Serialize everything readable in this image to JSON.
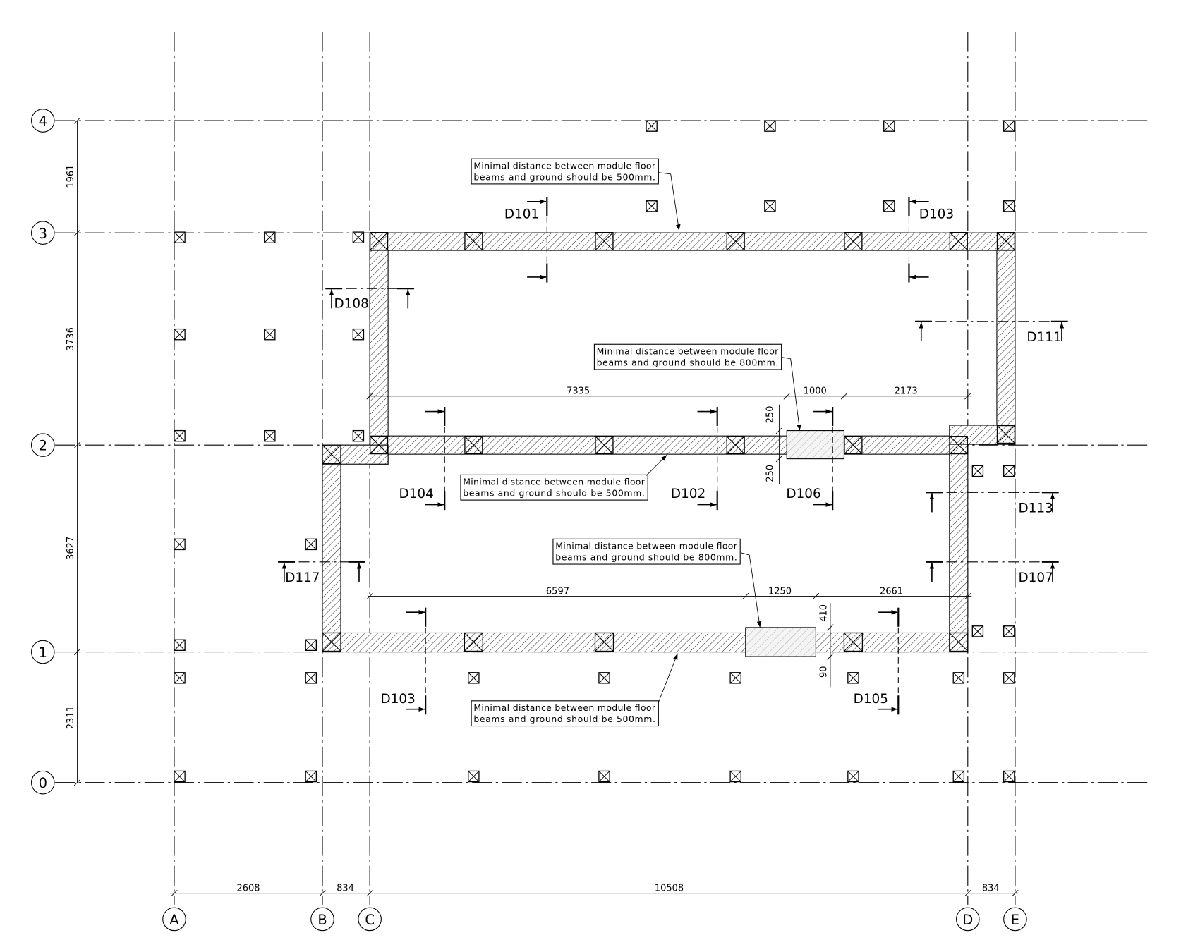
{
  "grid": {
    "rows": [
      "4",
      "3",
      "2",
      "1",
      "0"
    ],
    "cols": [
      "A",
      "B",
      "C",
      "D",
      "E"
    ]
  },
  "dimensions": {
    "left": [
      "1961",
      "3736",
      "3627",
      "2311"
    ],
    "bottom": [
      "2608",
      "834",
      "10508",
      "834"
    ],
    "upper": [
      "7335",
      "1000",
      "2173"
    ],
    "lower": [
      "6597",
      "1250",
      "2661"
    ],
    "opening_mid": [
      "250",
      "250"
    ],
    "opening_bot": [
      "410",
      "90"
    ]
  },
  "sections": [
    "D101",
    "D103",
    "D108",
    "D111",
    "D104",
    "D102",
    "D106",
    "D113",
    "D107",
    "D117",
    "D103",
    "D105"
  ],
  "notes": [
    {
      "line1": "Minimal distance between module floor",
      "line2": "beams and ground should be 500mm."
    },
    {
      "line1": "Minimal distance between module floor",
      "line2": "beams and ground should be 800mm."
    },
    {
      "line1": "Minimal distance between module floor",
      "line2": "beams and ground should be 500mm."
    },
    {
      "line1": "Minimal distance between module floor",
      "line2": "beams and ground should be 800mm."
    },
    {
      "line1": "Minimal distance between module floor",
      "line2": "beams and ground should be 500mm."
    }
  ]
}
